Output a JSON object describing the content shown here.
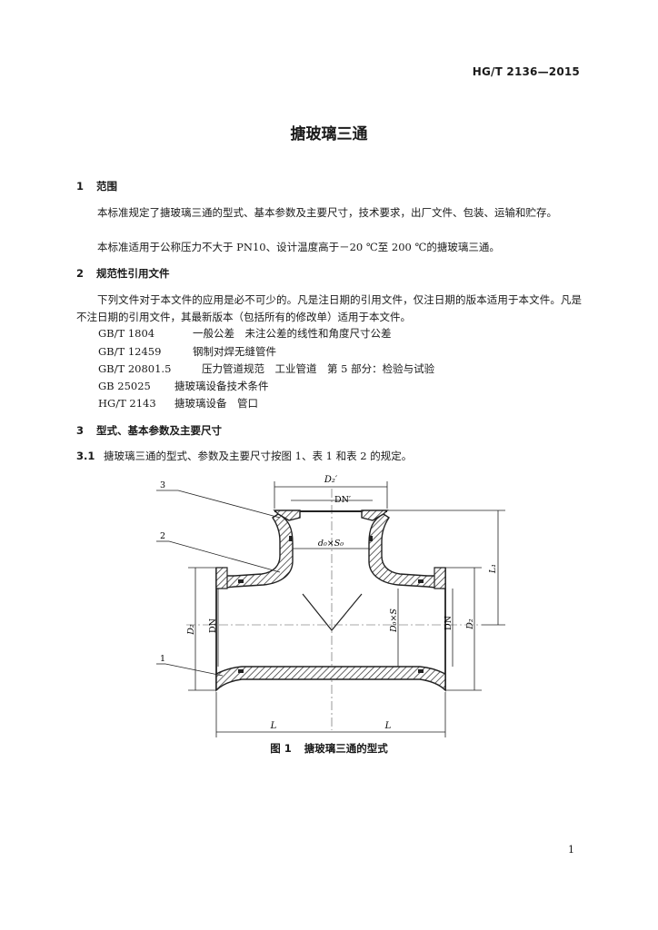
{
  "header": {
    "standard_number": "HG/T 2136—2015"
  },
  "title": "搪玻璃三通",
  "sections": [
    {
      "number": "1",
      "heading": "范围",
      "paragraphs": [
        "本标准规定了搪玻璃三通的型式、基本参数及主要尺寸，技术要求，出厂文件、包装、运输和贮存。",
        "本标准适用于公称压力不大于 PN10、设计温度高于－20 ℃至 200 ℃的搪玻璃三通。"
      ]
    },
    {
      "number": "2",
      "heading": "规范性引用文件",
      "paragraphs": [
        "下列文件对于本文件的应用是必不可少的。凡是注日期的引用文件，仅注日期的版本适用于本文件。凡是不注日期的引用文件，其最新版本（包括所有的修改单）适用于本文件。"
      ],
      "references": [
        {
          "code": "GB/T 1804",
          "title": "一般公差　未注公差的线性和角度尺寸公差"
        },
        {
          "code": "GB/T 12459",
          "title": "钢制对焊无缝管件"
        },
        {
          "code": "GB/T 20801.5",
          "title": "压力管道规范　工业管道　第 5 部分：检验与试验"
        },
        {
          "code": "GB 25025",
          "title": "搪玻璃设备技术条件"
        },
        {
          "code": "HG/T 2143",
          "title": "搪玻璃设备　管口"
        }
      ]
    },
    {
      "number": "3",
      "heading": "型式、基本参数及主要尺寸",
      "subsections": [
        {
          "number": "3.1",
          "text": "搪玻璃三通的型式、参数及主要尺寸按图 1、表 1 和表 2 的规定。"
        }
      ]
    }
  ],
  "figure": {
    "caption_number": "图 1",
    "caption_text": "搪玻璃三通的型式",
    "labels": {
      "callout_1": "1",
      "callout_2": "2",
      "callout_3": "3",
      "d2_prime": "D₂′",
      "dn_prime": "DN′",
      "branch_pipe": "d₀×S₀",
      "d2_left": "D₂",
      "dn_left": "DN",
      "main_pipe": "D₀×S",
      "dn_right": "DN",
      "d2_right": "D₂",
      "l1": "L₁",
      "l_left": "L",
      "l_right": "L"
    }
  },
  "page_number": "1"
}
